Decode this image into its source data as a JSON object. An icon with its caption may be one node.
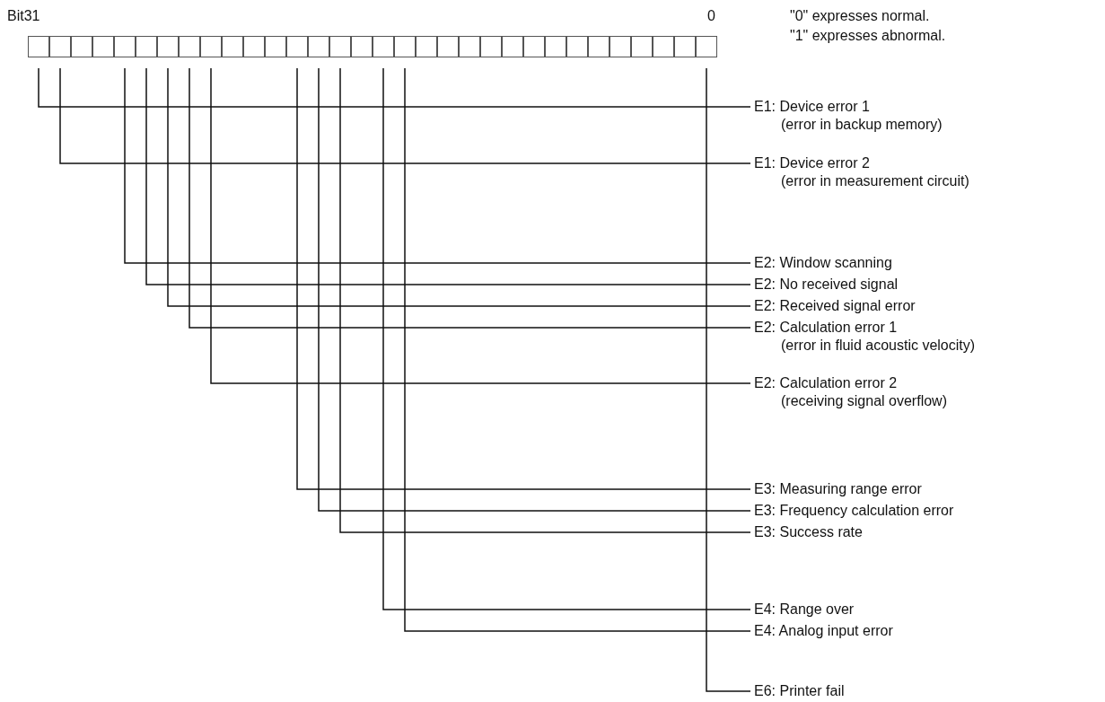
{
  "diagram": {
    "nodes": [
      {
        "text": [],
        "shape": "box"
      },
      {
        "text": [],
        "shape": "box"
      },
      {
        "text": [],
        "shape": "box"
      },
      {
        "text": [],
        "shape": "box"
      },
      {
        "text": [],
        "shape": "box"
      },
      {
        "text": [],
        "shape": "box"
      },
      {
        "text": [],
        "shape": "box"
      },
      {
        "text": [],
        "shape": "box"
      },
      {
        "text": [],
        "shape": "box"
      },
      {
        "text": [],
        "shape": "box"
      },
      {
        "text": [],
        "shape": "box"
      },
      {
        "text": [],
        "shape": "box"
      },
      {
        "text": [],
        "shape": "box"
      },
      {
        "text": [],
        "shape": "box"
      },
      {
        "text": [],
        "shape": "box"
      },
      {
        "text": [],
        "shape": "box"
      },
      {
        "text": [],
        "shape": "box"
      },
      {
        "text": [],
        "shape": "box"
      },
      {
        "text": [],
        "shape": "box"
      },
      {
        "text": [],
        "shape": "box"
      },
      {
        "text": [],
        "shape": "box"
      },
      {
        "text": [],
        "shape": "box"
      },
      {
        "text": [],
        "shape": "box"
      },
      {
        "text": [],
        "shape": "box"
      },
      {
        "text": [],
        "shape": "box"
      },
      {
        "text": [],
        "shape": "box"
      },
      {
        "text": [],
        "shape": "box"
      },
      {
        "text": [],
        "shape": "box"
      },
      {
        "text": [],
        "shape": "box"
      },
      {
        "text": [],
        "shape": "box"
      },
      {
        "text": [],
        "shape": "box"
      },
      {
        "text": [],
        "shape": "box"
      },
      {
        "text": [
          "E1: Device error 1",
          "(error in backup memory)"
        ]
      },
      {
        "text": [
          "E1: Device error 2",
          "(error in measurement circuit)"
        ]
      },
      {
        "text": [
          "E2: Window scanning"
        ]
      },
      {
        "text": [
          "E2: No received signal"
        ]
      },
      {
        "text": [
          "E2: Received signal error"
        ]
      },
      {
        "text": [
          "E2: Calculation error 1",
          "(error in fluid acoustic velocity)"
        ]
      },
      {
        "text": [
          "E2: Calculation error 2",
          "(receiving signal overflow)"
        ]
      },
      {
        "text": [
          "E3: Measuring range error"
        ]
      },
      {
        "text": [
          "E3: Frequency calculation error"
        ]
      },
      {
        "text": [
          "E3: Success rate"
        ]
      },
      {
        "text": [
          "E4: Range over"
        ]
      },
      {
        "text": [
          "E4: Analog input error"
        ]
      },
      {
        "text": [
          "E6: Printer fail"
        ]
      }
    ],
    "edges": [
      {
        "from": 32,
        "to": 0,
        "arrow": "none"
      },
      {
        "from": 33,
        "to": 1,
        "arrow": "none"
      },
      {
        "from": 34,
        "to": 4,
        "arrow": "none"
      },
      {
        "from": 35,
        "to": 5,
        "arrow": "none"
      },
      {
        "from": 36,
        "to": 6,
        "arrow": "none"
      },
      {
        "from": 37,
        "to": 7,
        "arrow": "none"
      },
      {
        "from": 38,
        "to": 8,
        "arrow": "none"
      },
      {
        "from": 39,
        "to": 12,
        "arrow": "none"
      },
      {
        "from": 40,
        "to": 13,
        "arrow": "none"
      },
      {
        "from": 41,
        "to": 14,
        "arrow": "none"
      },
      {
        "from": 42,
        "to": 16,
        "arrow": "none"
      },
      {
        "from": 43,
        "to": 17,
        "arrow": "none"
      },
      {
        "from": 44,
        "to": 31,
        "arrow": "none"
      }
    ],
    "labels": [
      "Bit31",
      "0",
      "\"0\" expresses normal.",
      "\"1\" expresses abnormal."
    ]
  }
}
